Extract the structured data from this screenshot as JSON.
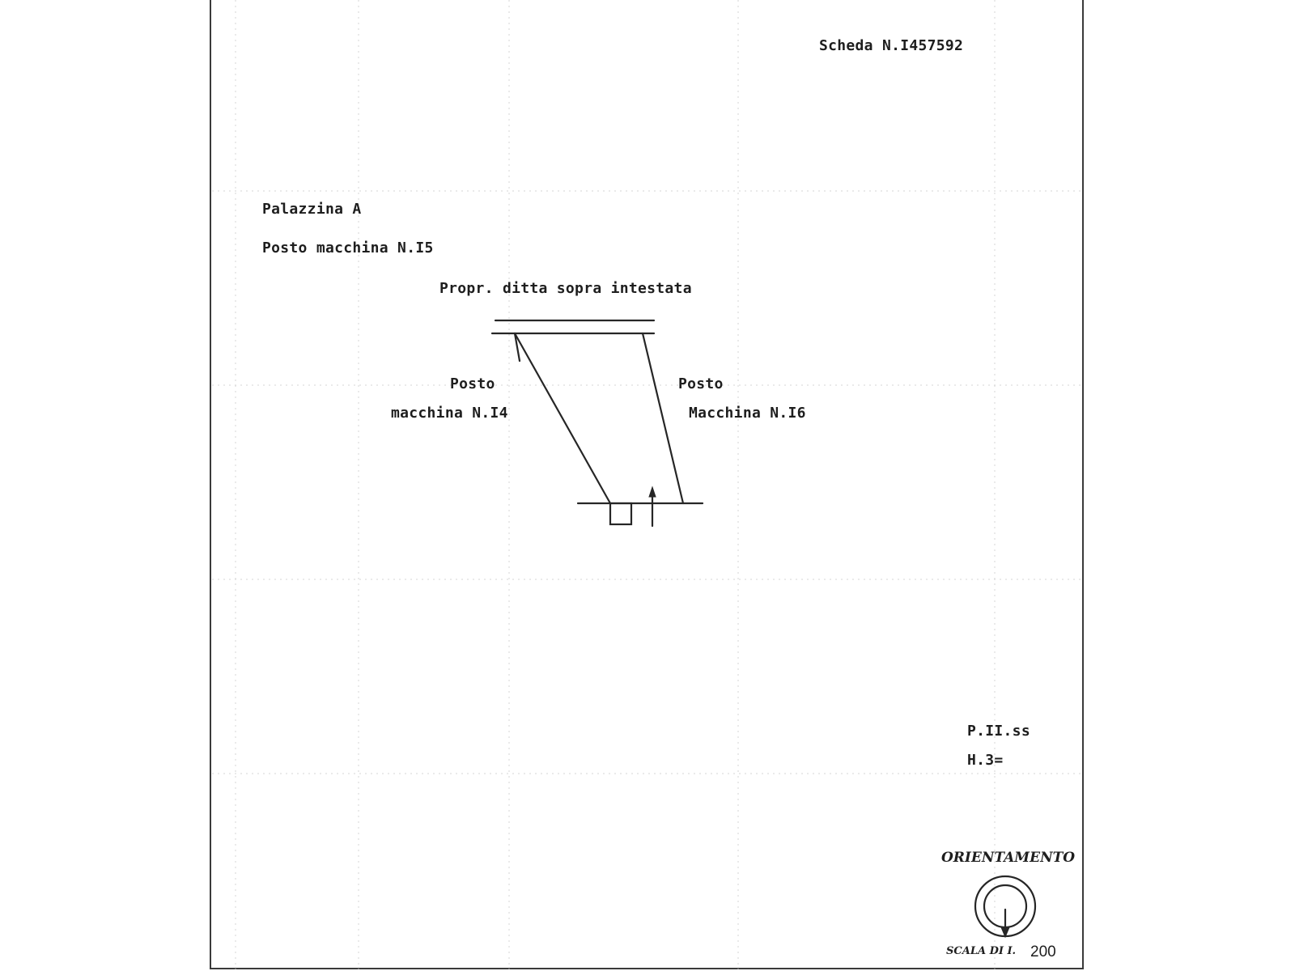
{
  "header": {
    "scheda": "Scheda N.I457592"
  },
  "info": {
    "palazzina": "Palazzina  A",
    "posto": "Posto macchina N.I5"
  },
  "plan": {
    "top_label": "Propr. ditta sopra intestata",
    "left_label_line1": "Posto",
    "left_label_line2": "macchina N.I4",
    "right_label_line1": "Posto",
    "right_label_line2": "Macchina N.I6"
  },
  "floor": {
    "piano": "P.II.ss",
    "altezza": "H.3="
  },
  "orientation": {
    "title": "ORIENTAMENTO",
    "icon": "compass-north-arrow-icon"
  },
  "scale": {
    "label": "SCALA DI I.",
    "value": "200"
  }
}
